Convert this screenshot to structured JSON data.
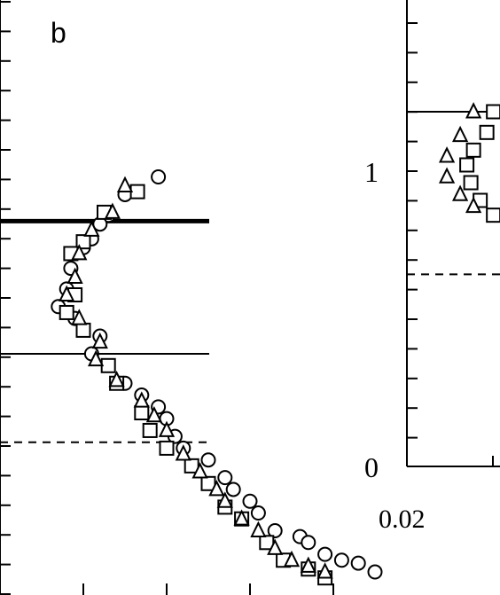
{
  "figure": {
    "panel_b_label": "b",
    "right_panel_ytick_0": "0",
    "right_panel_ytick_1": "1",
    "right_panel_xtick_left": "0.02"
  },
  "chart_data": [
    {
      "panel": "b",
      "type": "scatter",
      "title": "",
      "xlabel": "",
      "ylabel": "",
      "xlim": [
        0,
        0.5
      ],
      "ylim": [
        0,
        1.0
      ],
      "grid": false,
      "reference_lines": [
        {
          "y": 0.625,
          "style": "solid-thick"
        },
        {
          "y": 0.4,
          "style": "solid"
        },
        {
          "y": 0.25,
          "style": "dashed"
        }
      ],
      "series": [
        {
          "marker": "circle",
          "points": [
            [
              0.19,
              0.7
            ],
            [
              0.15,
              0.67
            ],
            [
              0.13,
              0.635
            ],
            [
              0.12,
              0.62
            ],
            [
              0.11,
              0.595
            ],
            [
              0.1,
              0.58
            ],
            [
              0.085,
              0.545
            ],
            [
              0.08,
              0.51
            ],
            [
              0.07,
              0.48
            ],
            [
              0.09,
              0.46
            ],
            [
              0.12,
              0.43
            ],
            [
              0.11,
              0.4
            ],
            [
              0.15,
              0.35
            ],
            [
              0.17,
              0.33
            ],
            [
              0.19,
              0.31
            ],
            [
              0.2,
              0.29
            ],
            [
              0.21,
              0.26
            ],
            [
              0.22,
              0.24
            ],
            [
              0.25,
              0.22
            ],
            [
              0.27,
              0.19
            ],
            [
              0.28,
              0.17
            ],
            [
              0.3,
              0.15
            ],
            [
              0.31,
              0.13
            ],
            [
              0.33,
              0.1
            ],
            [
              0.36,
              0.09
            ],
            [
              0.37,
              0.08
            ],
            [
              0.39,
              0.06
            ],
            [
              0.41,
              0.05
            ],
            [
              0.43,
              0.045
            ],
            [
              0.45,
              0.03
            ]
          ]
        },
        {
          "marker": "square",
          "points": [
            [
              0.165,
              0.675
            ],
            [
              0.125,
              0.64
            ],
            [
              0.1,
              0.59
            ],
            [
              0.085,
              0.57
            ],
            [
              0.09,
              0.5
            ],
            [
              0.08,
              0.47
            ],
            [
              0.1,
              0.44
            ],
            [
              0.13,
              0.38
            ],
            [
              0.14,
              0.35
            ],
            [
              0.17,
              0.3
            ],
            [
              0.18,
              0.27
            ],
            [
              0.2,
              0.24
            ],
            [
              0.23,
              0.21
            ],
            [
              0.25,
              0.18
            ],
            [
              0.27,
              0.14
            ],
            [
              0.29,
              0.12
            ],
            [
              0.32,
              0.08
            ],
            [
              0.34,
              0.05
            ],
            [
              0.37,
              0.035
            ],
            [
              0.39,
              0.02
            ]
          ]
        },
        {
          "marker": "triangle",
          "points": [
            [
              0.15,
              0.685
            ],
            [
              0.135,
              0.64
            ],
            [
              0.11,
              0.61
            ],
            [
              0.095,
              0.57
            ],
            [
              0.09,
              0.53
            ],
            [
              0.08,
              0.5
            ],
            [
              0.095,
              0.46
            ],
            [
              0.12,
              0.42
            ],
            [
              0.115,
              0.39
            ],
            [
              0.14,
              0.355
            ],
            [
              0.17,
              0.32
            ],
            [
              0.185,
              0.295
            ],
            [
              0.2,
              0.27
            ],
            [
              0.22,
              0.23
            ],
            [
              0.24,
              0.2
            ],
            [
              0.26,
              0.17
            ],
            [
              0.27,
              0.15
            ],
            [
              0.29,
              0.12
            ],
            [
              0.31,
              0.1
            ],
            [
              0.33,
              0.07
            ],
            [
              0.35,
              0.05
            ],
            [
              0.37,
              0.04
            ],
            [
              0.39,
              0.03
            ]
          ]
        }
      ]
    },
    {
      "panel": "right",
      "type": "scatter",
      "title": "",
      "xlabel": "",
      "ylabel": "",
      "xlim": [
        0.02,
        0.06
      ],
      "ylim": [
        0,
        1.5
      ],
      "grid": false,
      "reference_lines": [
        {
          "y": 1.2,
          "style": "solid"
        },
        {
          "y": 0.65,
          "style": "dashed"
        }
      ],
      "series": [
        {
          "marker": "square",
          "points": [
            [
              0.0265,
              1.2
            ],
            [
              0.026,
              1.13
            ],
            [
              0.025,
              1.07
            ],
            [
              0.0245,
              1.02
            ],
            [
              0.0248,
              0.96
            ],
            [
              0.0255,
              0.9
            ],
            [
              0.0265,
              0.85
            ]
          ]
        },
        {
          "marker": "triangle",
          "points": [
            [
              0.025,
              1.2
            ],
            [
              0.024,
              1.12
            ],
            [
              0.023,
              1.05
            ],
            [
              0.023,
              0.98
            ],
            [
              0.024,
              0.92
            ],
            [
              0.025,
              0.88
            ]
          ]
        }
      ]
    }
  ]
}
